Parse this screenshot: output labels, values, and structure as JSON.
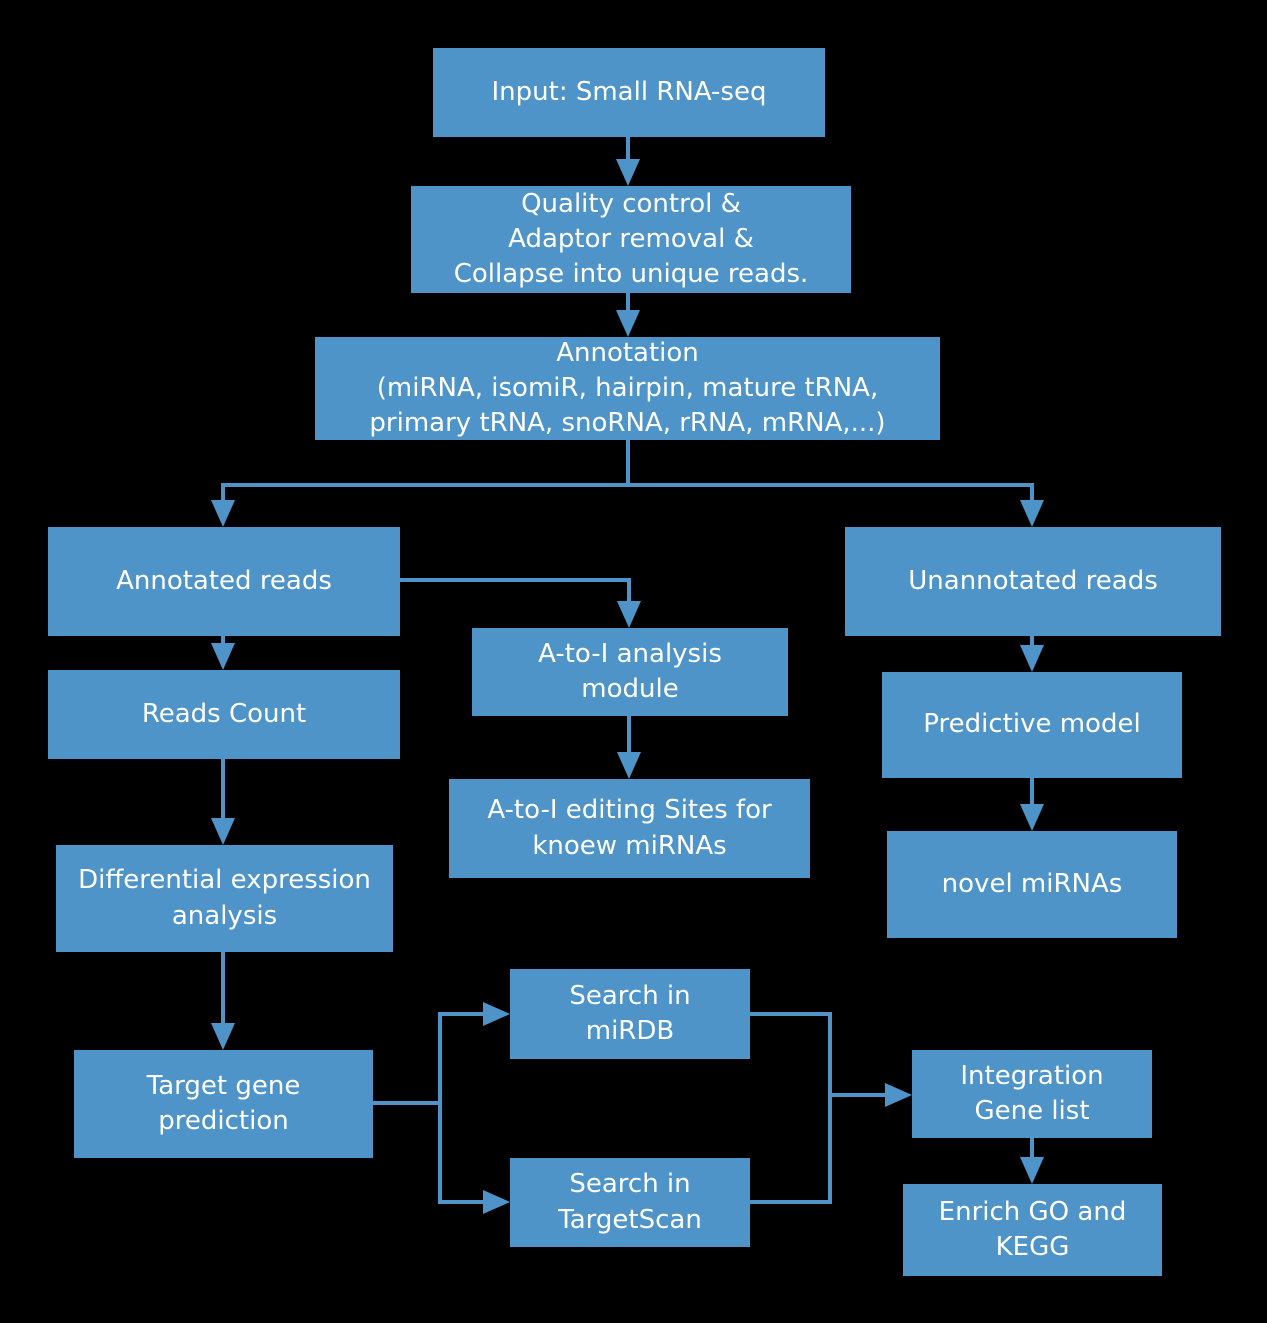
{
  "colors": {
    "background": "#000000",
    "box_fill": "#4E94C8",
    "connector": "#4E94C8",
    "text": "#FFFFFF"
  },
  "nodes": {
    "input": {
      "label": "Input: Small RNA-seq"
    },
    "quality_control": {
      "label": "Quality control &\nAdaptor removal &\nCollapse into unique reads."
    },
    "annotation": {
      "label": "Annotation\n(miRNA, isomiR, hairpin, mature tRNA,\nprimary tRNA, snoRNA, rRNA, mRNA,...)"
    },
    "annotated_reads": {
      "label": "Annotated reads"
    },
    "unannotated_reads": {
      "label": "Unannotated reads"
    },
    "atoi_module": {
      "label": "A-to-I analysis\nmodule"
    },
    "reads_count": {
      "label": "Reads Count"
    },
    "predictive_model": {
      "label": "Predictive model"
    },
    "atoi_sites": {
      "label": "A-to-I editing Sites for\nknoew miRNAs"
    },
    "novel_mirnas": {
      "label": "novel miRNAs"
    },
    "diff_expression": {
      "label": "Differential expression\nanalysis"
    },
    "target_gene": {
      "label": "Target gene\nprediction"
    },
    "search_mirdb": {
      "label": "Search in\nmiRDB"
    },
    "search_targetscan": {
      "label": "Search in\nTargetScan"
    },
    "integration": {
      "label": "Integration\nGene list"
    },
    "enrich": {
      "label": "Enrich GO and\nKEGG"
    }
  },
  "edges": [
    {
      "from": "input",
      "to": "quality_control"
    },
    {
      "from": "quality_control",
      "to": "annotation"
    },
    {
      "from": "annotation",
      "to": "annotated_reads"
    },
    {
      "from": "annotation",
      "to": "unannotated_reads"
    },
    {
      "from": "annotated_reads",
      "to": "reads_count"
    },
    {
      "from": "annotated_reads",
      "to": "atoi_module"
    },
    {
      "from": "atoi_module",
      "to": "atoi_sites"
    },
    {
      "from": "reads_count",
      "to": "diff_expression"
    },
    {
      "from": "diff_expression",
      "to": "target_gene"
    },
    {
      "from": "target_gene",
      "to": "search_mirdb"
    },
    {
      "from": "target_gene",
      "to": "search_targetscan"
    },
    {
      "from": "search_mirdb",
      "to": "integration"
    },
    {
      "from": "search_targetscan",
      "to": "integration"
    },
    {
      "from": "integration",
      "to": "enrich"
    },
    {
      "from": "unannotated_reads",
      "to": "predictive_model"
    },
    {
      "from": "predictive_model",
      "to": "novel_mirnas"
    }
  ]
}
